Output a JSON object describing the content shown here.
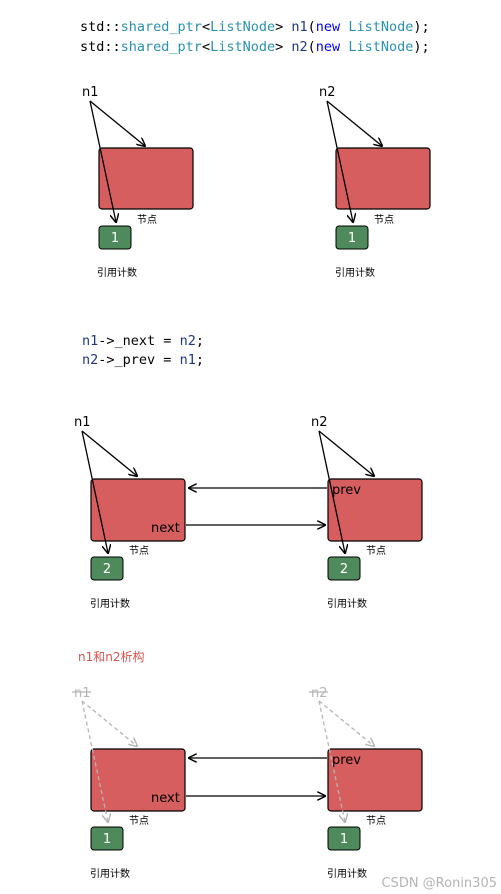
{
  "code_top": {
    "line1": {
      "std": "std",
      "sep": "::",
      "tmpl": "shared_ptr",
      "lt": "<",
      "type": "ListNode",
      "gt": ">",
      "var": "n1",
      "lp": "(",
      "kw": "new",
      "type2": "ListNode",
      "rp": ");"
    },
    "line2": {
      "std": "std",
      "sep": "::",
      "tmpl": "shared_ptr",
      "lt": "<",
      "type": "ListNode",
      "gt": ">",
      "var": "n2",
      "lp": "(",
      "kw": "new",
      "type2": "ListNode",
      "rp": ");"
    }
  },
  "code_mid": {
    "line1": {
      "var": "n1",
      "arrow": "->",
      "member": "_next",
      "eq": " = ",
      "rhs": "n2",
      "semi": ";"
    },
    "line2": {
      "var": "n2",
      "arrow": "->",
      "member": "_prev",
      "eq": " = ",
      "rhs": "n1",
      "semi": ";"
    }
  },
  "section1": {
    "left": {
      "ptr": "n1",
      "node_label": "节点",
      "count": "1",
      "count_label": "引用计数"
    },
    "right": {
      "ptr": "n2",
      "node_label": "节点",
      "count": "1",
      "count_label": "引用计数"
    }
  },
  "section2": {
    "left": {
      "ptr": "n1",
      "node_label": "节点",
      "count": "2",
      "count_label": "引用计数",
      "field": "next"
    },
    "right": {
      "ptr": "n2",
      "node_label": "节点",
      "count": "2",
      "count_label": "引用计数",
      "field": "prev"
    }
  },
  "section3": {
    "title": "n1和n2析构",
    "left": {
      "ptr": "n1",
      "node_label": "节点",
      "count": "1",
      "count_label": "引用计数",
      "field": "next"
    },
    "right": {
      "ptr": "n2",
      "node_label": "节点",
      "count": "1",
      "count_label": "引用计数",
      "field": "prev"
    }
  },
  "watermark": "CSDN @Ronin305",
  "colors": {
    "node_fill": "#d75e5e",
    "count_fill": "#4e8a5b",
    "code_type": "#2b91af",
    "code_var": "#1f377f",
    "code_kw": "#0000ff",
    "code_text": "#000000",
    "section_title": "#d9534f",
    "faded": "#b5b5b5"
  }
}
